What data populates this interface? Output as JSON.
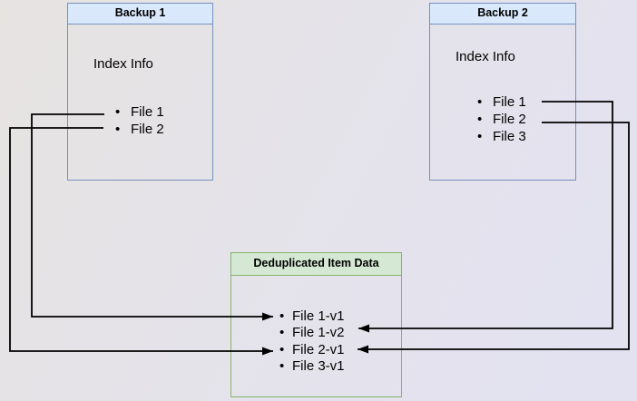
{
  "diagram": {
    "backup1": {
      "title": "Backup 1",
      "index_label": "Index Info",
      "files": [
        "File 1",
        "File 2"
      ]
    },
    "backup2": {
      "title": "Backup 2",
      "index_label": "Index Info",
      "files": [
        "File 1",
        "File 2",
        "File 3"
      ]
    },
    "dedup": {
      "title": "Deduplicated Item Data",
      "items": [
        "File 1-v1",
        "File 1-v2",
        "File 2-v1",
        "File 3-v1"
      ]
    },
    "connections": [
      {
        "from": "Backup 1 / File 1",
        "to": "File 1-v1"
      },
      {
        "from": "Backup 1 / File 2",
        "to": "File 2-v1"
      },
      {
        "from": "Backup 2 / File 1",
        "to": "File 1-v2"
      },
      {
        "from": "Backup 2 / File 2",
        "to": "File 2-v1"
      }
    ],
    "colors": {
      "blue_header_fill": "#dae8fc",
      "blue_border": "#7591bd",
      "green_header_fill": "#d5e8d4",
      "green_border": "#86b36b",
      "connector": "#000000",
      "text": "#000000"
    }
  }
}
